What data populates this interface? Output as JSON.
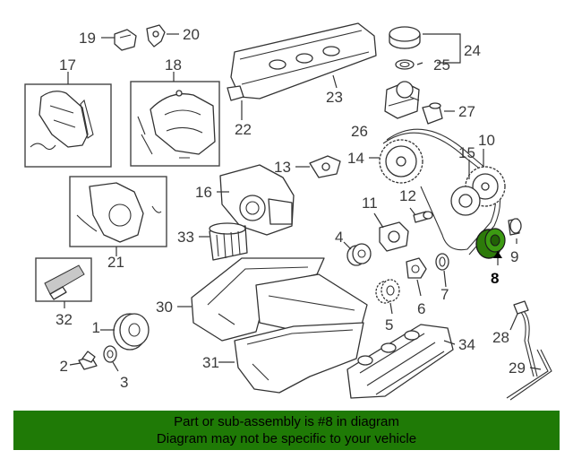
{
  "callouts": [
    "1",
    "2",
    "3",
    "4",
    "5",
    "6",
    "7",
    "8",
    "9",
    "10",
    "11",
    "12",
    "13",
    "14",
    "15",
    "16",
    "17",
    "18",
    "19",
    "20",
    "21",
    "22",
    "23",
    "24",
    "25",
    "26",
    "27",
    "28",
    "29",
    "30",
    "31",
    "32",
    "33",
    "34"
  ],
  "highlight_part": "8",
  "highlight_color": "#2d7a0a",
  "footer": {
    "line1": "Part or sub-assembly is #8 in diagram",
    "line2": "Diagram may not be specific to your vehicle",
    "background": "#1f7a06"
  }
}
